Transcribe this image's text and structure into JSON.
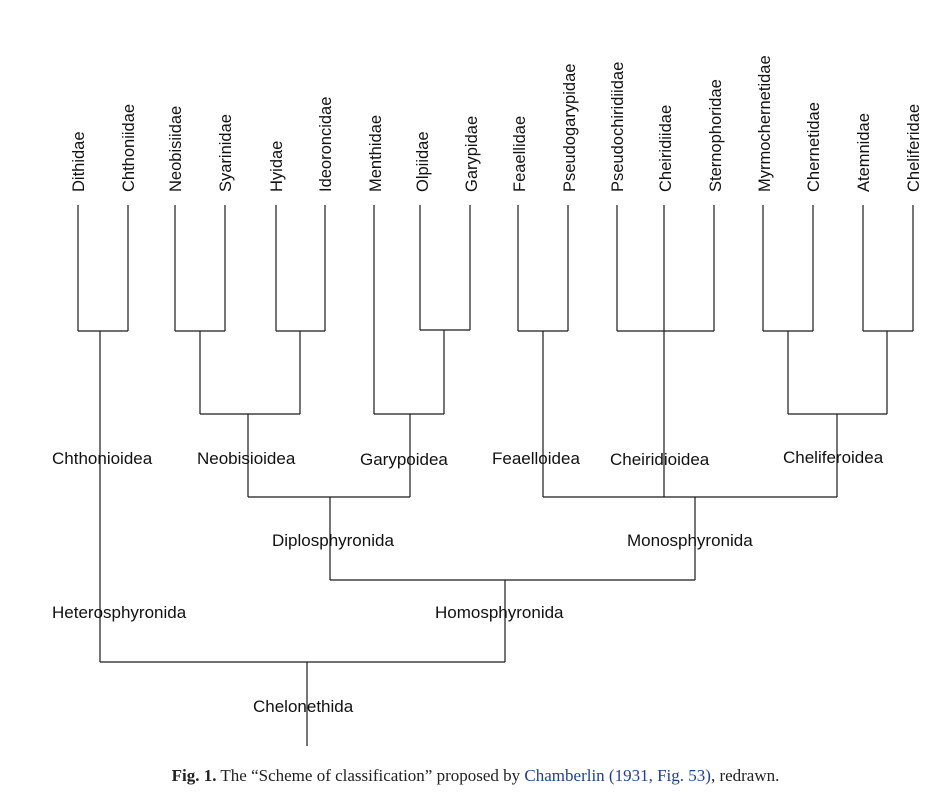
{
  "tree": {
    "leaves": [
      "Dithidae",
      "Chthoniidae",
      "Neobisiidae",
      "Syarinidae",
      "Hyidae",
      "Ideoroncidae",
      "Menthidae",
      "Olpiidae",
      "Garypidae",
      "Feaellidae",
      "Pseudogarypidae",
      "Pseudochiridiidae",
      "Cheiridiidae",
      "Sternophoridae",
      "Myrmochernetidae",
      "Chernetidae",
      "Atemnidae",
      "Cheliferidae"
    ],
    "superfamilies": [
      "Chthonioidea",
      "Neobisioidea",
      "Garypoidea",
      "Feaelloidea",
      "Cheiridioidea",
      "Cheliferoidea"
    ],
    "suborders_diplo_mono": [
      "Diplosphyronida",
      "Monosphyronida"
    ],
    "suborders_hetero_homo": [
      "Heterosphyronida",
      "Homosphyronida"
    ],
    "root": "Chelonethida"
  },
  "caption": {
    "label": "Fig. 1.",
    "pre": " The “Scheme of classification” proposed by ",
    "link": "Chamberlin (1931, Fig. 53)",
    "post": ", redrawn."
  }
}
